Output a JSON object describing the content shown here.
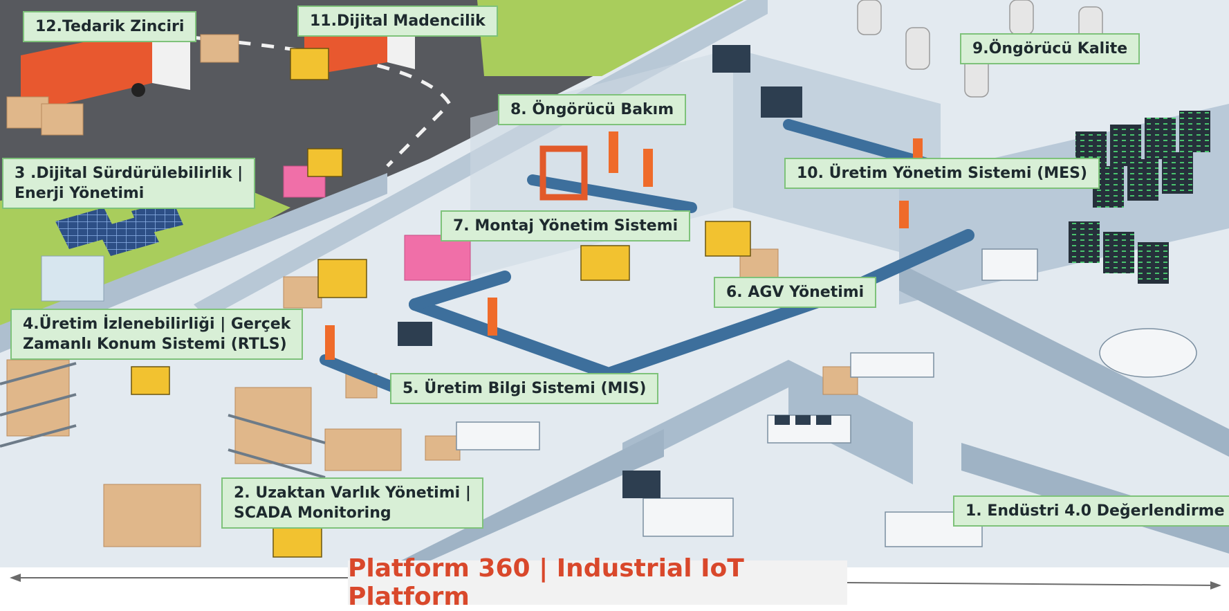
{
  "labels": {
    "l12": "12.Tedarik Zinciri",
    "l11": "11.Dijital Madencilik",
    "l9": "9.Öngörücü Kalite",
    "l8": "8. Öngörücü Bakım",
    "l10": "10. Üretim Yönetim Sistemi (MES)",
    "l3_line1": "3 .Dijital Sürdürülebilirlik |",
    "l3_line2": "Enerji Yönetimi",
    "l7": "7. Montaj Yönetim Sistemi",
    "l6": "6. AGV Yönetimi",
    "l4_line1": "4.Üretim İzlenebilirliği | Gerçek",
    "l4_line2": "Zamanlı Konum Sistemi (RTLS)",
    "l5": "5. Üretim Bilgi Sistemi (MIS)",
    "l2_line1": "2. Uzaktan Varlık Yönetimi |",
    "l2_line2": "SCADA Monitoring",
    "l1": "1. Endüstri 4.0 Değerlendirme"
  },
  "footer": {
    "title": "Platform 360 | Industrial IoT Platform"
  },
  "colors": {
    "label_bg": "#d8efd6",
    "label_border": "#7ec27a",
    "title_red": "#d9482b",
    "floor": "#dfe7ee",
    "wall": "#9fb3c5",
    "road": "#5a5d62",
    "grass": "#a7cc58",
    "conveyor": "#3d6f9c"
  }
}
